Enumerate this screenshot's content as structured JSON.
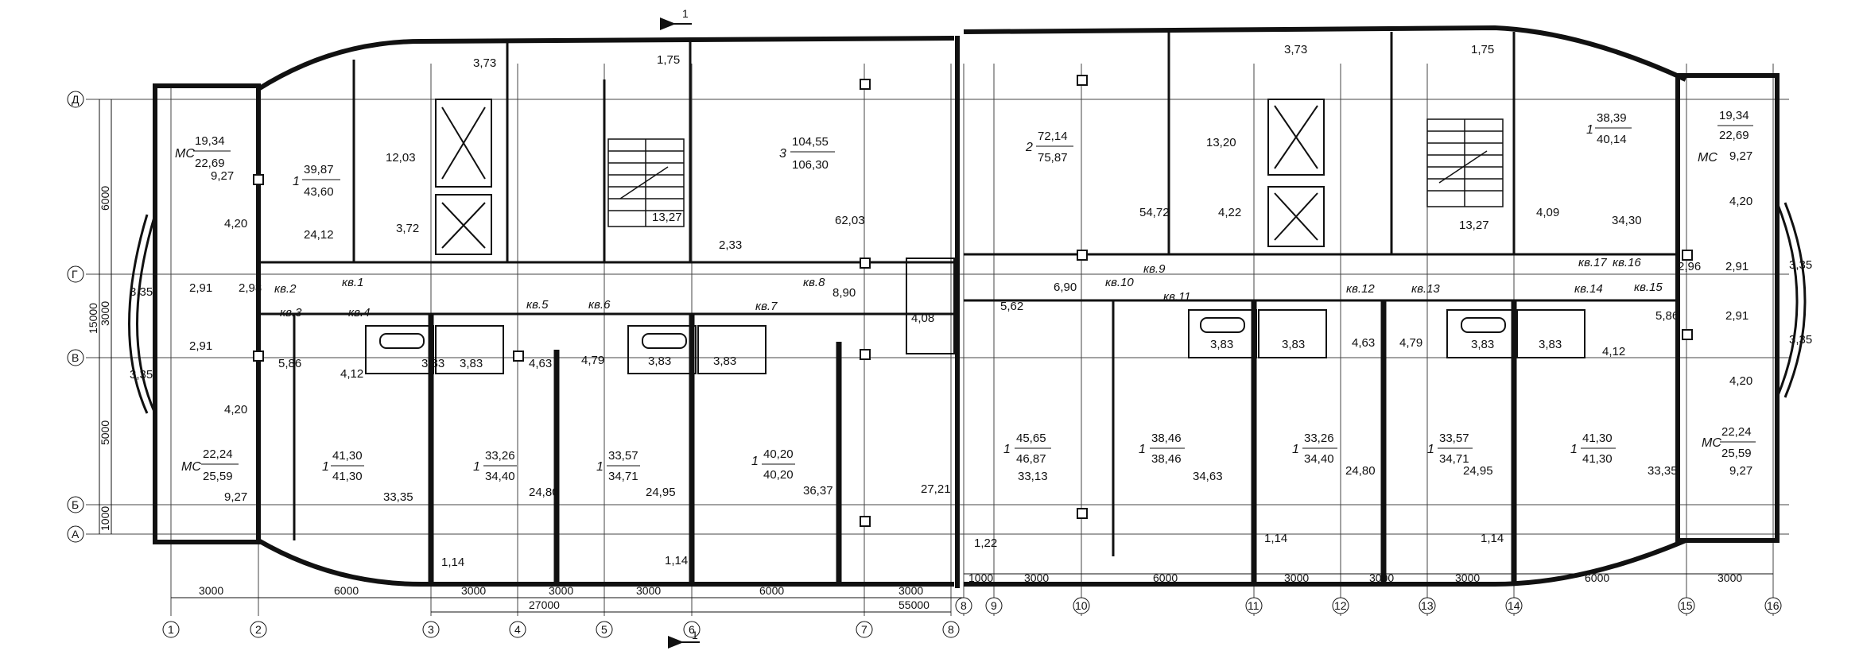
{
  "section": {
    "top": "1",
    "bottom": "1"
  },
  "rows": [
    "Д",
    "Г",
    "В",
    "Б",
    "А"
  ],
  "cols": [
    "1",
    "2",
    "3",
    "4",
    "5",
    "6",
    "7",
    "8",
    "8",
    "9",
    "10",
    "11",
    "12",
    "13",
    "14",
    "15",
    "16"
  ],
  "dims_left": [
    "6000",
    "3000",
    "5000",
    "1000",
    "15000"
  ],
  "dims_bottom": [
    "3000",
    "6000",
    "3000",
    "3000",
    "3000",
    "6000",
    "3000",
    "1000",
    "3000",
    "6000",
    "3000",
    "3000",
    "3000",
    "6000",
    "3000"
  ],
  "dims_total": [
    "27000",
    "55000"
  ],
  "apartments": [
    "кв.1",
    "кв.2",
    "кв.3",
    "кв.4",
    "кв.5",
    "кв.6",
    "кв.7",
    "кв.8",
    "кв.9",
    "кв.10",
    "кв.11",
    "кв.12",
    "кв.13",
    "кв.14",
    "кв.15",
    "кв.16",
    "кв.17"
  ],
  "room_fractions": [
    {
      "label": "МС",
      "top": "19,34",
      "bottom": "22,69"
    },
    {
      "label": "1",
      "top": "39,87",
      "bottom": "43,60"
    },
    {
      "label": "3",
      "top": "104,55",
      "bottom": "106,30"
    },
    {
      "label": "МС",
      "top": "22,24",
      "bottom": "25,59"
    },
    {
      "label": "1",
      "top": "41,30",
      "bottom": "41,30"
    },
    {
      "label": "1",
      "top": "33,26",
      "bottom": "34,40"
    },
    {
      "label": "1",
      "top": "33,57",
      "bottom": "34,71"
    },
    {
      "label": "1",
      "top": "40,20",
      "bottom": "40,20"
    },
    {
      "label": "2",
      "top": "72,14",
      "bottom": "75,87"
    },
    {
      "label": "1",
      "top": "38,39",
      "bottom": "40,14"
    },
    {
      "label": "МС",
      "top": "19,34",
      "bottom": "22,69"
    },
    {
      "label": "1",
      "top": "45,65",
      "bottom": "46,87"
    },
    {
      "label": "1",
      "top": "38,46",
      "bottom": "38,46"
    },
    {
      "label": "1",
      "top": "33,26",
      "bottom": "34,40"
    },
    {
      "label": "1",
      "top": "33,57",
      "bottom": "34,71"
    },
    {
      "label": "1",
      "top": "41,30",
      "bottom": "41,30"
    },
    {
      "label": "МС",
      "top": "22,24",
      "bottom": "25,59"
    }
  ],
  "areas": [
    "3,73",
    "1,75",
    "12,03",
    "24,12",
    "3,72",
    "13,27",
    "2,33",
    "62,03",
    "8,90",
    "4,08",
    "9,27",
    "4,20",
    "2,91",
    "2,98",
    "3,35",
    "2,91",
    "3,35",
    "5,86",
    "4,12",
    "3,83",
    "3,83",
    "4,63",
    "4,79",
    "3,83",
    "3,83",
    "4,20",
    "9,27",
    "33,35",
    "24,80",
    "24,95",
    "36,37",
    "27,21",
    "1,14",
    "1,14",
    "3,73",
    "1,75",
    "13,20",
    "4,22",
    "54,72",
    "13,27",
    "4,09",
    "34,30",
    "9,27",
    "4,20",
    "2,91",
    "2,96",
    "3,35",
    "6,90",
    "5,62",
    "1,22",
    "3,83",
    "3,83",
    "4,63",
    "4,79",
    "3,83",
    "3,83",
    "5,86",
    "2,91",
    "3,35",
    "4,12",
    "4,20",
    "33,13",
    "34,63",
    "24,80",
    "24,95",
    "33,35",
    "9,27",
    "1,14",
    "1,14"
  ]
}
